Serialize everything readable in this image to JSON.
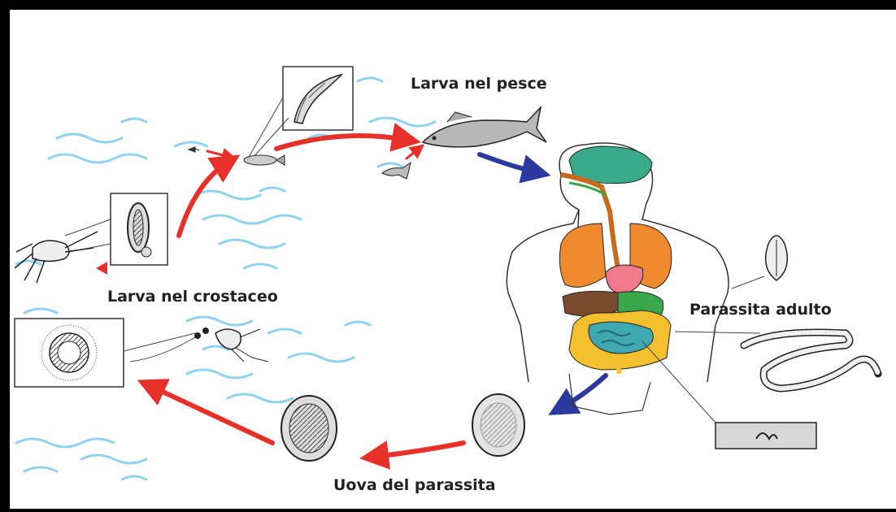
{
  "labels": {
    "fish_larva": "Larva nel pesce",
    "crustacean_larva": "Larva nel crostaceo",
    "adult": "Parassita adulto",
    "eggs": "Uova del parassita"
  },
  "colors": {
    "background": "#000000",
    "panel": "#ffffff",
    "water": "#8fd3f0",
    "red_arrow": "#e8302a",
    "blue_arrow": "#2b3a9c",
    "brain": "#3aa88a",
    "lungs": "#f08a2e",
    "heart": "#f07a8a",
    "liver": "#7a4a2e",
    "stomach": "#3aa84a",
    "small_intestine": "#40a8b0",
    "large_intestine": "#f5c030",
    "esophagus": "#c86a1e",
    "fish": "#b0b0b0"
  },
  "icons": [
    "crustacean-icon",
    "fish-icon",
    "human-body-icon",
    "tapeworm-icon",
    "egg-icon",
    "larva-icon"
  ]
}
